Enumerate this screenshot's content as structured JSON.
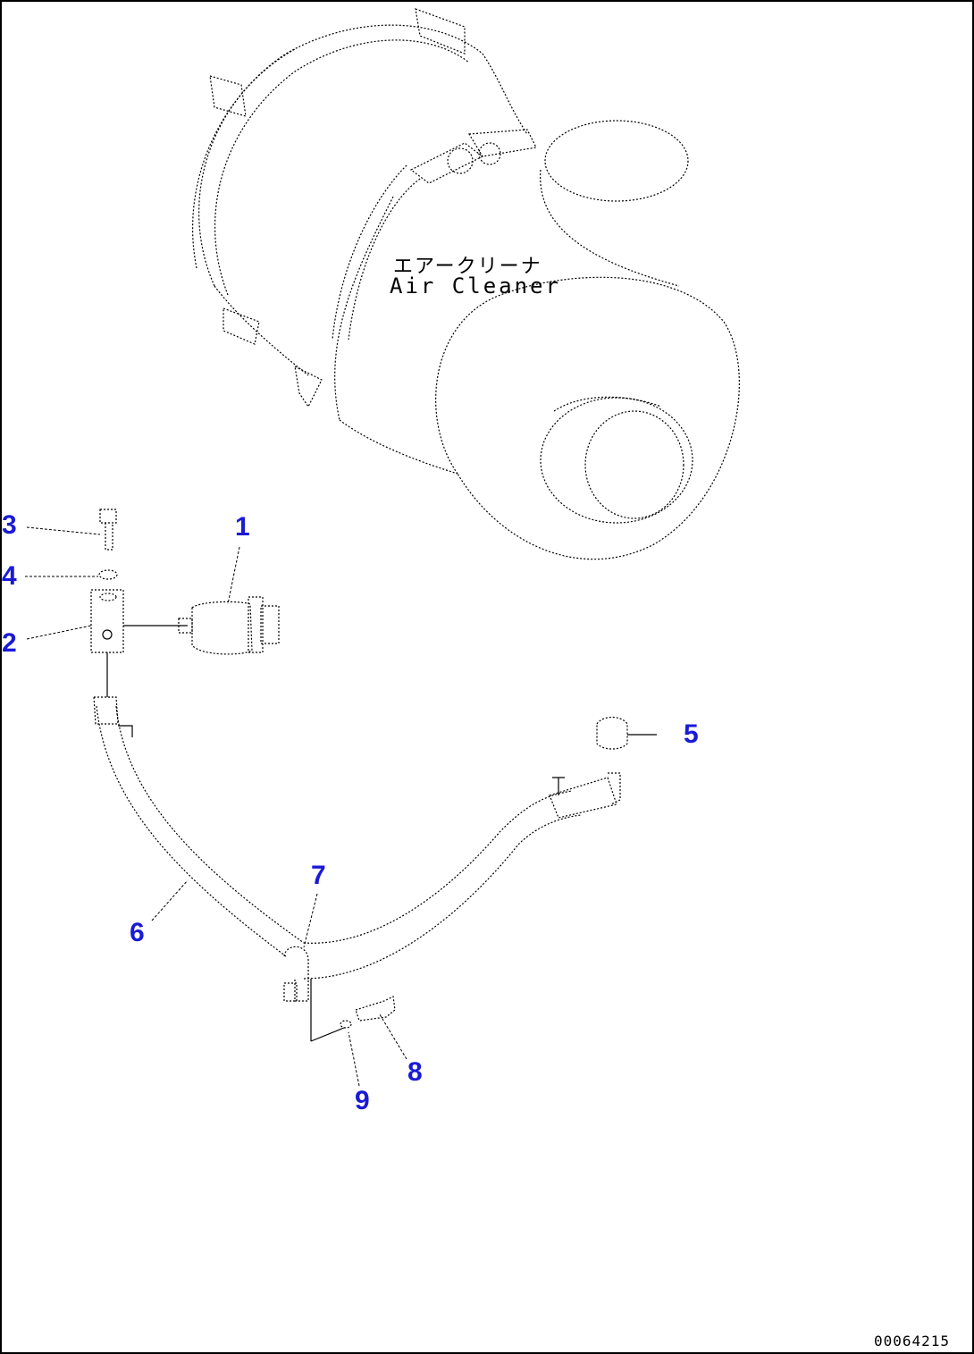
{
  "labels": {
    "part_name_jp": "エアークリーナ",
    "part_name_en": "Air Cleaner",
    "figure_number": "00064215"
  },
  "callouts": [
    "1",
    "2",
    "3",
    "4",
    "5",
    "6",
    "7",
    "8",
    "9"
  ]
}
